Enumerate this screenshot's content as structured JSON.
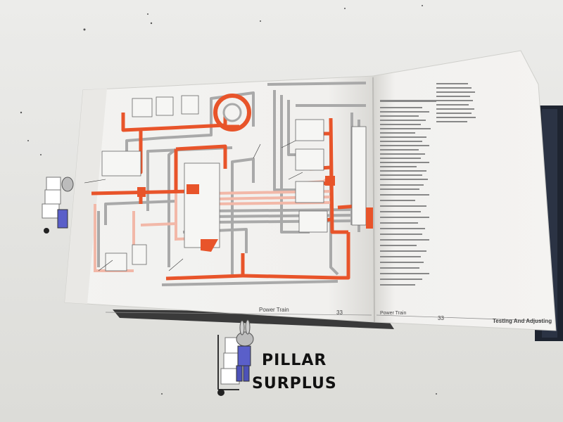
{
  "manual": {
    "left_footer": "Power Train",
    "left_page_number": "33",
    "right_footer_left": "Power Train",
    "right_page_number": "33",
    "right_footer_right": "Testing And Adjusting"
  },
  "watermark": {
    "line1": "PILLAR",
    "line2": "SURPLUS"
  },
  "colors": {
    "hydraulic_line": "#e8542a",
    "pressure_line_light": "#f2b8a8",
    "return_line": "#a9a9a9",
    "page": "#f4f3f1",
    "binder": "#1e2430"
  }
}
